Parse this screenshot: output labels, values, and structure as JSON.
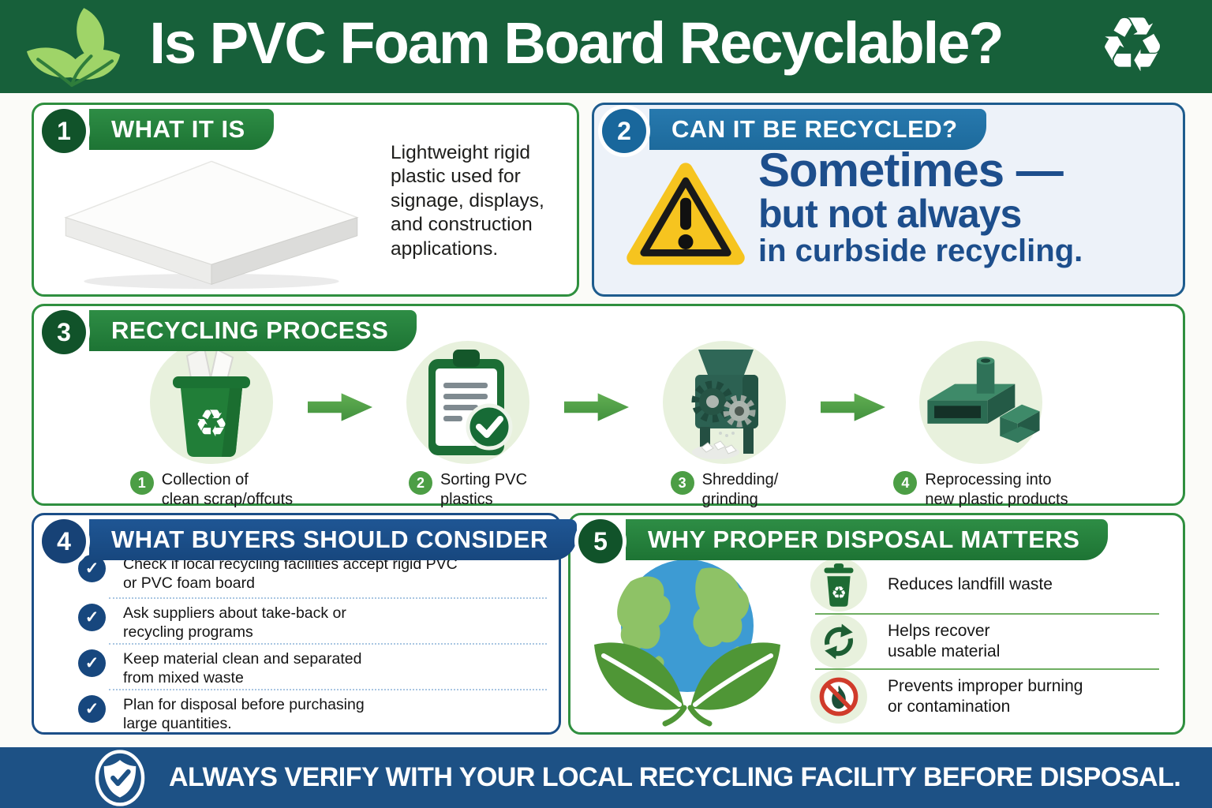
{
  "header": {
    "title": "Is PVC Foam Board Recyclable?"
  },
  "icons": {
    "recycle_symbol": "♻",
    "check_mark": "✓"
  },
  "section1": {
    "number": "1",
    "title": "WHAT IT IS",
    "description": "Lightweight rigid plastic used for signage, displays, and construction applications."
  },
  "section2": {
    "number": "2",
    "title": "CAN IT BE RECYCLED?",
    "answer_line1": "Sometimes —",
    "answer_line2": "but not always",
    "answer_line3": "in curbside recycling."
  },
  "section3": {
    "number": "3",
    "title": "RECYCLING PROCESS",
    "steps": [
      {
        "num": "1",
        "line1": "Collection of",
        "line2": "clean scrap/offcuts",
        "icon": "recycling-bin-icon"
      },
      {
        "num": "2",
        "line1": "Sorting PVC",
        "line2": "plastics",
        "icon": "clipboard-check-icon"
      },
      {
        "num": "3",
        "line1": "Shredding/",
        "line2": "grinding",
        "icon": "shredder-icon"
      },
      {
        "num": "4",
        "line1": "Reprocessing into",
        "line2": "new plastic products",
        "icon": "plastic-profiles-icon"
      }
    ]
  },
  "section4": {
    "number": "4",
    "title": "WHAT BUYERS SHOULD CONSIDER",
    "items": [
      {
        "line1": "Check if local recycling facilities accept rigid PVC",
        "line2": "or PVC foam board"
      },
      {
        "line1": "Ask suppliers about take-back or",
        "line2": "recycling programs"
      },
      {
        "line1": "Keep material clean and separated",
        "line2": "from mixed waste"
      },
      {
        "line1": "Plan for disposal before purchasing",
        "line2": "large quantities."
      }
    ]
  },
  "section5": {
    "number": "5",
    "title": "WHY PROPER DISPOSAL MATTERS",
    "items": [
      {
        "icon": "trash-bin-icon",
        "line1": "Reduces landfill waste",
        "line2": ""
      },
      {
        "icon": "recycle-arrows-icon",
        "line1": "Helps recover",
        "line2": "usable material"
      },
      {
        "icon": "no-burning-icon",
        "line1": "Prevents improper burning",
        "line2": "or contamination"
      }
    ]
  },
  "footer": {
    "text": "ALWAYS VERIFY WITH YOUR LOCAL RECYCLING FACILITY BEFORE DISPOSAL."
  },
  "colors": {
    "header_green": "#17603a",
    "ribbon_green": "#27843f",
    "badge_green": "#11532a",
    "border_green": "#2f8f3f",
    "ribbon_teal": "#2273a8",
    "panel_blue_bg": "#edf2f9",
    "border_blue": "#1e5c8e",
    "navy": "#1b4e87",
    "answer_blue": "#1d4e8c",
    "footer_blue": "#1d5185",
    "warning_yellow": "#f6c41f",
    "step_badge_green": "#4c9e45",
    "light_green_circle": "#e8f1dd",
    "leaf_light_green": "#9fd468"
  }
}
